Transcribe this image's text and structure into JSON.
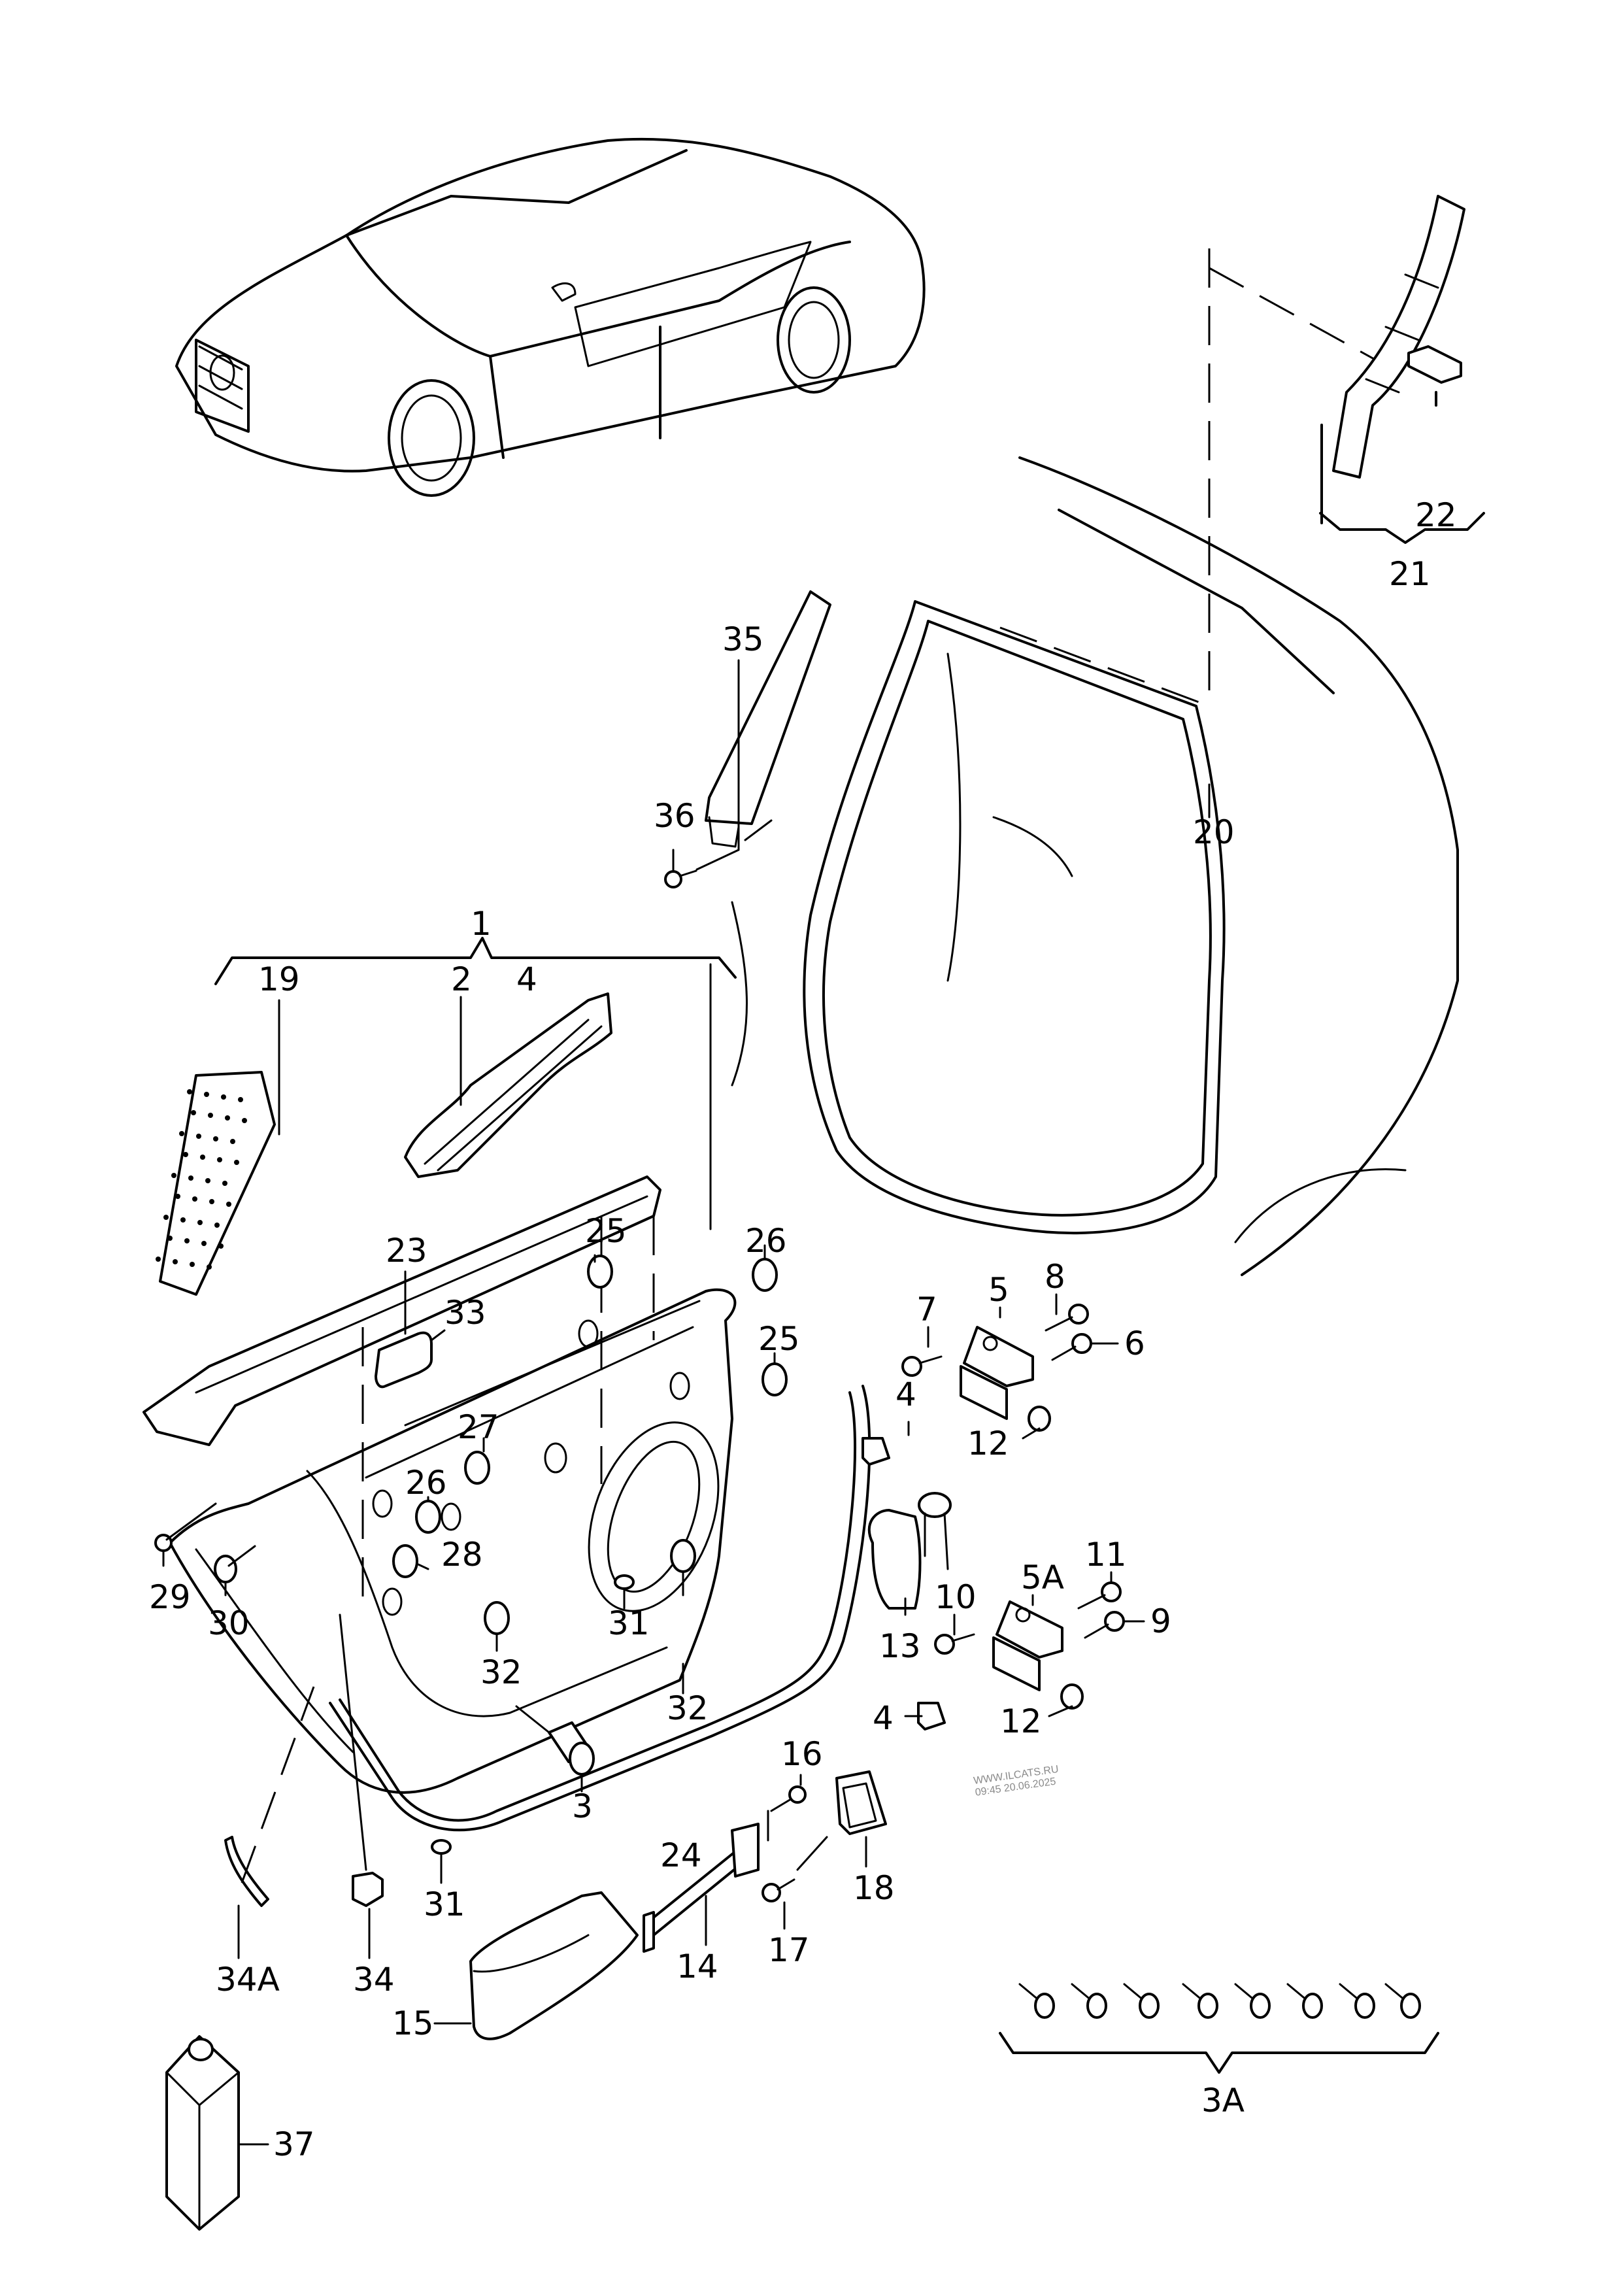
{
  "diagram": {
    "type": "exploded-parts-diagram",
    "subject": "rear door assembly",
    "callouts": [
      {
        "id": "c1",
        "label": "1"
      },
      {
        "id": "c2",
        "label": "2"
      },
      {
        "id": "c3",
        "label": "3"
      },
      {
        "id": "c3A",
        "label": "3A"
      },
      {
        "id": "c4a",
        "label": "4"
      },
      {
        "id": "c4b",
        "label": "4"
      },
      {
        "id": "c4c",
        "label": "4"
      },
      {
        "id": "c5",
        "label": "5"
      },
      {
        "id": "c5A",
        "label": "5A"
      },
      {
        "id": "c6",
        "label": "6"
      },
      {
        "id": "c7",
        "label": "7"
      },
      {
        "id": "c8",
        "label": "8"
      },
      {
        "id": "c9",
        "label": "9"
      },
      {
        "id": "c10",
        "label": "10"
      },
      {
        "id": "c11",
        "label": "11"
      },
      {
        "id": "c12a",
        "label": "12"
      },
      {
        "id": "c12b",
        "label": "12"
      },
      {
        "id": "c13",
        "label": "13"
      },
      {
        "id": "c14",
        "label": "14"
      },
      {
        "id": "c15",
        "label": "15"
      },
      {
        "id": "c16",
        "label": "16"
      },
      {
        "id": "c17",
        "label": "17"
      },
      {
        "id": "c18",
        "label": "18"
      },
      {
        "id": "c19",
        "label": "19"
      },
      {
        "id": "c20",
        "label": "20"
      },
      {
        "id": "c21",
        "label": "21"
      },
      {
        "id": "c22",
        "label": "22"
      },
      {
        "id": "c23",
        "label": "23"
      },
      {
        "id": "c24",
        "label": "24"
      },
      {
        "id": "c25a",
        "label": "25"
      },
      {
        "id": "c25b",
        "label": "25"
      },
      {
        "id": "c26a",
        "label": "26"
      },
      {
        "id": "c26b",
        "label": "26"
      },
      {
        "id": "c27",
        "label": "27"
      },
      {
        "id": "c28",
        "label": "28"
      },
      {
        "id": "c29",
        "label": "29"
      },
      {
        "id": "c30",
        "label": "30"
      },
      {
        "id": "c31a",
        "label": "31"
      },
      {
        "id": "c31b",
        "label": "31"
      },
      {
        "id": "c32a",
        "label": "32"
      },
      {
        "id": "c32b",
        "label": "32"
      },
      {
        "id": "c33",
        "label": "33"
      },
      {
        "id": "c34",
        "label": "34"
      },
      {
        "id": "c34A",
        "label": "34A"
      },
      {
        "id": "c35",
        "label": "35"
      },
      {
        "id": "c36",
        "label": "36"
      },
      {
        "id": "c37",
        "label": "37"
      }
    ],
    "watermark": {
      "line1": "WWW.ILCATS.RU",
      "line2": "09:45 20.06.2025"
    }
  }
}
